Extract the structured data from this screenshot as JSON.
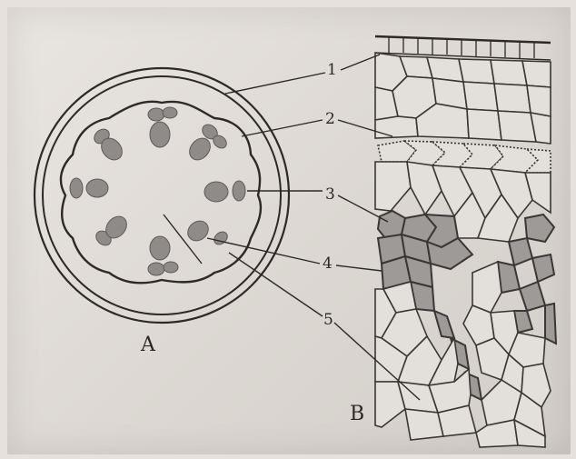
{
  "figure": {
    "panel_a_label": "A",
    "panel_b_label": "B",
    "callouts": [
      {
        "id": "1",
        "text": "1"
      },
      {
        "id": "2",
        "text": "2"
      },
      {
        "id": "3",
        "text": "3"
      },
      {
        "id": "4",
        "text": "4"
      },
      {
        "id": "5",
        "text": "5"
      }
    ]
  },
  "colors": {
    "paper": "#e6e1dc",
    "ink": "#2c2928",
    "bundle_fill": "#8e8b88",
    "cell_fill": "#e3dfda"
  }
}
